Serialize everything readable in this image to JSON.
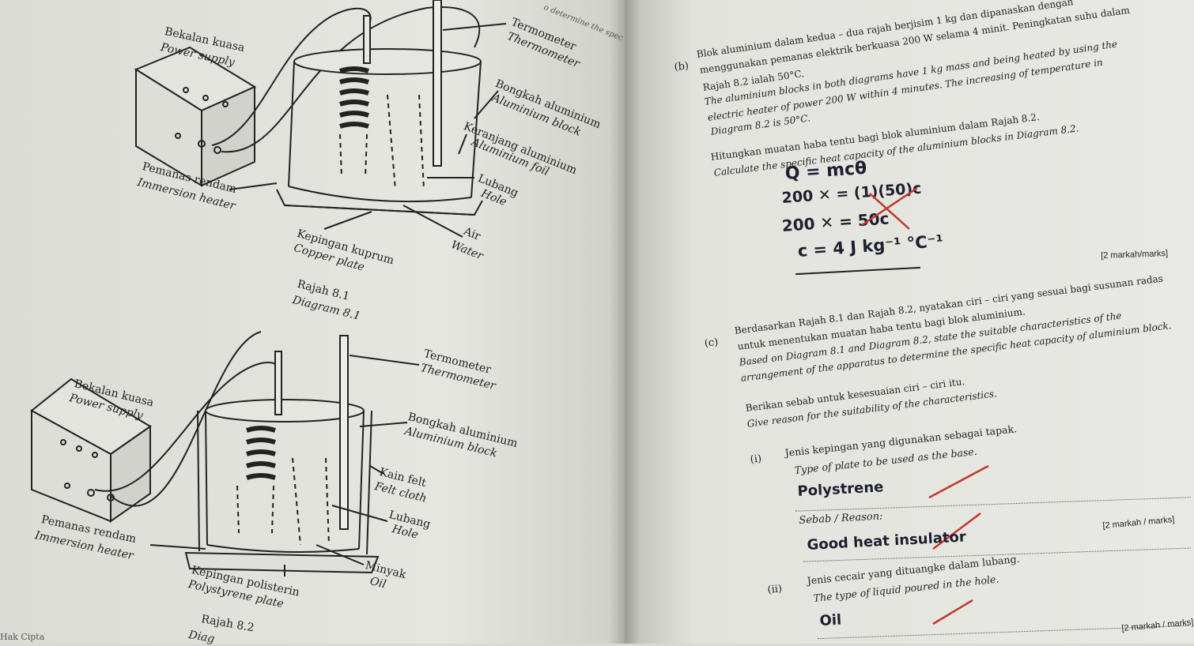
{
  "diagram1": {
    "power_supply": [
      "Bekalan kuasa",
      "Power supply"
    ],
    "thermometer": [
      "Termometer",
      "Thermometer"
    ],
    "aluminium_block": [
      "Bongkah aluminium",
      "Aluminium block"
    ],
    "aluminium_foil": [
      "Keranjang aluminium",
      "Aluminium foil"
    ],
    "hole": [
      "Lubang",
      "Hole"
    ],
    "water": [
      "Air",
      "Water"
    ],
    "copper_plate": [
      "Kepingan kuprum",
      "Copper plate"
    ],
    "immersion_heater": [
      "Pemanas rendam",
      "Immersion heater"
    ],
    "caption": [
      "Rajah 8.1",
      "Diagram 8.1"
    ]
  },
  "diagram2": {
    "power_supply": [
      "Bekalan kuasa",
      "Power supply"
    ],
    "thermometer": [
      "Termometer",
      "Thermometer"
    ],
    "aluminium_block": [
      "Bongkah aluminium",
      "Aluminium block"
    ],
    "felt_cloth": [
      "Kain felt",
      "Felt cloth"
    ],
    "hole": [
      "Lubang",
      "Hole"
    ],
    "oil": [
      "Minyak",
      "Oil"
    ],
    "polystyrene_plate": [
      "Kepingan polisterin",
      "Polystyrene plate"
    ],
    "immersion_heater": [
      "Pemanas rendam",
      "Immersion heater"
    ],
    "caption": [
      "Rajah 8.2",
      "Diag"
    ]
  },
  "margin_top_note": "o determine the spec",
  "footer_left": "Hak Cipta",
  "question_b": {
    "label": "(b)",
    "malay_lines": [
      "Blok aluminium dalam kedua – dua rajah berjisim 1 kg dan dipanaskan dengan",
      "menggunakan pemanas elektrik berkuasa 200 W selama 4 minit. Peningkatan suhu dalam",
      "Rajah 8.2 ialah 50°C."
    ],
    "english_lines": [
      "The aluminium blocks in both diagrams have 1 kg mass and being heated by using the",
      "electric heater of power 200 W within 4 minutes. The increasing of temperature in",
      "Diagram 8.2 is 50°C."
    ],
    "instruction_malay": "Hitungkan muatan haba tentu bagi blok aluminium dalam Rajah 8.2.",
    "instruction_english": "Calculate the specific heat capacity of the aluminium blocks in Diagram 8.2.",
    "working": [
      "Q = mcθ",
      "200 ✕ = (1)(50)c",
      "200 ✕ = 50c",
      "c = 4 J kg⁻¹ °C⁻¹"
    ],
    "marks": "[2 markah/marks]"
  },
  "question_c": {
    "label": "(c)",
    "malay_lines": [
      "Berdasarkan Rajah 8.1 dan Rajah 8.2, nyatakan ciri – ciri yang sesuai bagi susunan radas",
      "untuk menentukan muatan haba tentu bagi blok aluminium."
    ],
    "english_lines": [
      "Based on Diagram 8.1 and Diagram 8.2, state the suitable characteristics of the",
      "arrangement of the apparatus to determine the specific heat capacity of aluminium block."
    ],
    "reason_malay": "Berikan sebab untuk kesesuaian ciri – ciri itu.",
    "reason_english": "Give reason for the suitability of the characteristics.",
    "part_i": {
      "label": "(i)",
      "malay": "Jenis kepingan yang digunakan sebagai tapak.",
      "english": "Type of plate to be used as the base.",
      "answer": "Polystrene",
      "reason_label": "Sebab / Reason:",
      "reason_answer": "Good heat insulator",
      "marks": "[2 markah / marks]"
    },
    "part_ii": {
      "label": "(ii)",
      "malay": "Jenis cecair yang dituangke dalam lubang.",
      "english": "The type of liquid poured in the hole.",
      "answer": "Oil",
      "marks": "[2 markah / marks]"
    }
  }
}
